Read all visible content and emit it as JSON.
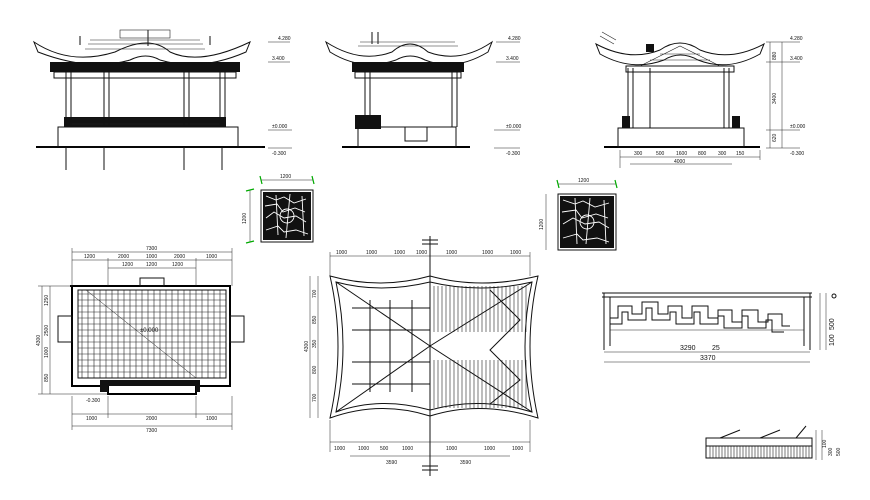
{
  "elevations": {
    "front": {
      "levels": [
        "4.280",
        "3.400",
        "±0.000",
        "-0.300"
      ]
    },
    "side": {
      "levels": [
        "4.280",
        "3.400",
        "±0.000",
        "-0.300"
      ]
    },
    "section": {
      "levels": [
        "4.280",
        "3.400",
        "±0.000",
        "-0.300"
      ],
      "bottom_dims": [
        "300",
        "500",
        "1600",
        "800",
        "300",
        "150"
      ],
      "total": "4000",
      "side_dims": [
        "880",
        "3400",
        "620"
      ]
    }
  },
  "lattice_panels": [
    {
      "width": "1200",
      "height": "1200"
    },
    {
      "width": "1200",
      "height": "1200"
    }
  ],
  "floor_plan": {
    "top_total": "7300",
    "top_dims": [
      "1200",
      "2000",
      "1000",
      "2000",
      "1000"
    ],
    "inner_dims": [
      "1200",
      "1200",
      "1200"
    ],
    "left_dims": [
      "1250",
      "2500",
      "1000",
      "850"
    ],
    "left_total": "4300",
    "center_level": "±0.000",
    "low_level": "-0.300",
    "bottom_dims": [
      "1000",
      "2000",
      "1000"
    ],
    "bottom_total": "7300"
  },
  "roof_plan": {
    "top_dims": [
      "1000",
      "1000",
      "1000",
      "1000",
      "1000",
      "1000",
      "1000"
    ],
    "bottom_dims": [
      "1000",
      "1000",
      "500",
      "1000",
      "1000",
      "1000",
      "1000"
    ],
    "bottom_totals": [
      "3590",
      "3590"
    ],
    "left_dims": [
      "700",
      "850",
      "350",
      "800",
      "700"
    ],
    "left_total": "4300"
  },
  "railing_detail": {
    "dims": [
      "3290",
      "25",
      "3370"
    ],
    "height_dims": [
      "500",
      "100"
    ]
  },
  "bench_detail": {
    "dims": [
      "100",
      "300",
      "500"
    ]
  }
}
